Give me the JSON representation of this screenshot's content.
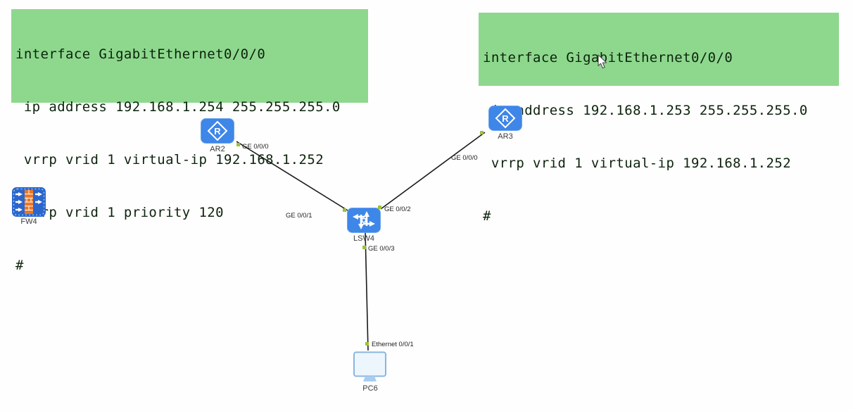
{
  "app": "network-simulator-topology-canvas",
  "colors": {
    "config_box_bg": "#8ed88e",
    "config_text": "#0d230d",
    "device_blue": "#3e86e8",
    "firewall_blue": "#2a66cc",
    "brick_orange": "#ee7722",
    "link_color": "#1a1a1a",
    "port_dot_green": "#9cc23a",
    "pc_border_blue": "#8ab6de"
  },
  "config_boxes": [
    {
      "name": "master-router-config",
      "lines": [
        "interface GigabitEthernet0/0/0",
        " ip address 192.168.1.254 255.255.255.0",
        " vrrp vrid 1 virtual-ip 192.168.1.252",
        " vrrp vrid 1 priority 120",
        "#"
      ]
    },
    {
      "name": "backup-router-config",
      "lines": [
        "interface GigabitEthernet0/0/0",
        " ip address 192.168.1.253 255.255.255.0",
        " vrrp vrid 1 virtual-ip 192.168.1.252",
        "#"
      ]
    }
  ],
  "devices": [
    {
      "label": "AR2",
      "type": "router"
    },
    {
      "label": "AR3",
      "type": "router"
    },
    {
      "label": "LSW4",
      "type": "switch"
    },
    {
      "label": "FW4",
      "type": "firewall"
    },
    {
      "label": "PC6",
      "type": "pc"
    }
  ],
  "links": [
    {
      "from": "AR2",
      "to": "LSW4",
      "from_port": "GE 0/0/0",
      "to_port": "GE 0/0/1"
    },
    {
      "from": "AR3",
      "to": "LSW4",
      "from_port": "GE 0/0/0",
      "to_port": "GE 0/0/2"
    },
    {
      "from": "LSW4",
      "to": "PC6",
      "from_port": "GE 0/0/3",
      "to_port": "Ethernet 0/0/1"
    }
  ]
}
